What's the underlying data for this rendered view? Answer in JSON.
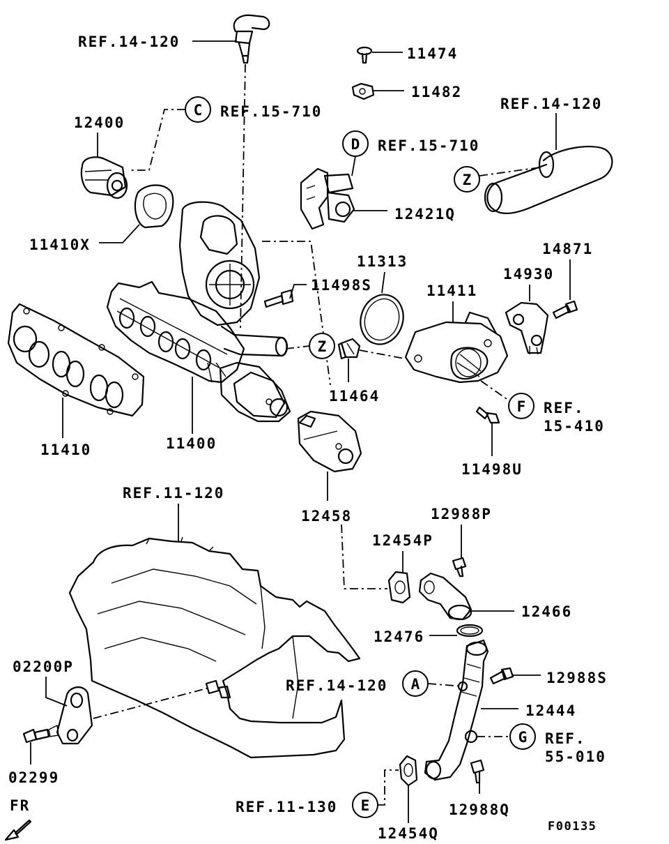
{
  "diagram": {
    "drawing_code": "F00135",
    "direction_label": "FR",
    "labels": {
      "ref_14_120_top": "REF.14-120",
      "p11474": "11474",
      "p11482": "11482",
      "ref_14_120_right": "REF.14-120",
      "ref_15_710_c": "REF.15-710",
      "p12400": "12400",
      "ref_15_710_d": "REF.15-710",
      "p12421q": "12421Q",
      "p11410x": "11410X",
      "p11313": "11313",
      "p14871": "14871",
      "p14930": "14930",
      "p11411": "11411",
      "p11498s": "11498S",
      "p11464": "11464",
      "ref_15_410_a": "REF.",
      "ref_15_410_b": "15-410",
      "p11410": "11410",
      "p11400": "11400",
      "p11498u": "11498U",
      "ref_11_120": "REF.11-120",
      "p12458": "12458",
      "p12988p": "12988P",
      "p12454p": "12454P",
      "p12466": "12466",
      "p12476": "12476",
      "p02200p": "02200P",
      "ref_14_120_a": "REF.14-120",
      "p12988s": "12988S",
      "p12444": "12444",
      "ref_55_010_a": "REF.",
      "ref_55_010_b": "55-010",
      "p02299": "02299",
      "p12988q": "12988Q",
      "ref_11_130": "REF.11-130",
      "p12454q": "12454Q"
    },
    "callouts": {
      "c": "C",
      "d": "D",
      "z_top": "Z",
      "z_mid": "Z",
      "f": "F",
      "a": "A",
      "g": "G",
      "e": "E"
    }
  }
}
